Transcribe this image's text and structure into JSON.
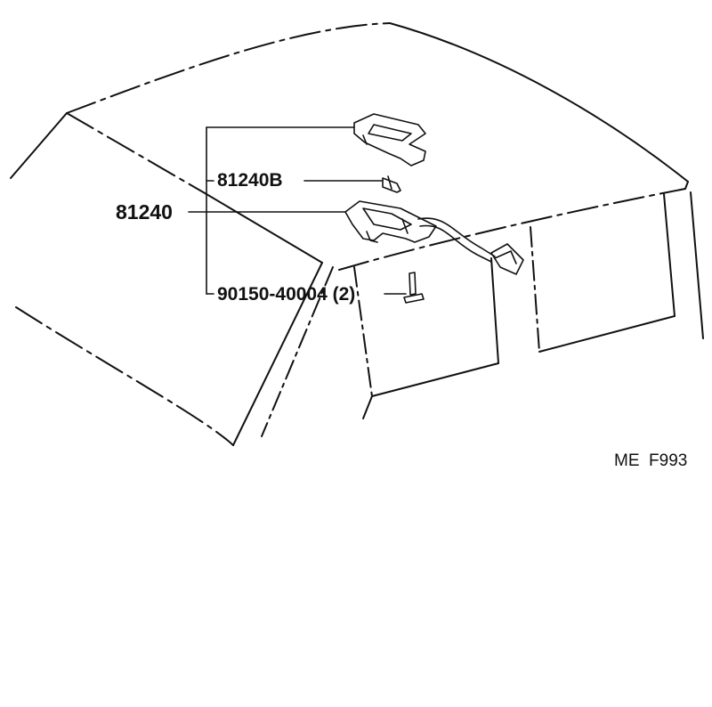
{
  "callouts": {
    "assembly": "81240",
    "bulb": "81240B",
    "screw": "90150-40004 (2)"
  },
  "diagram_code": "ME  F993"
}
